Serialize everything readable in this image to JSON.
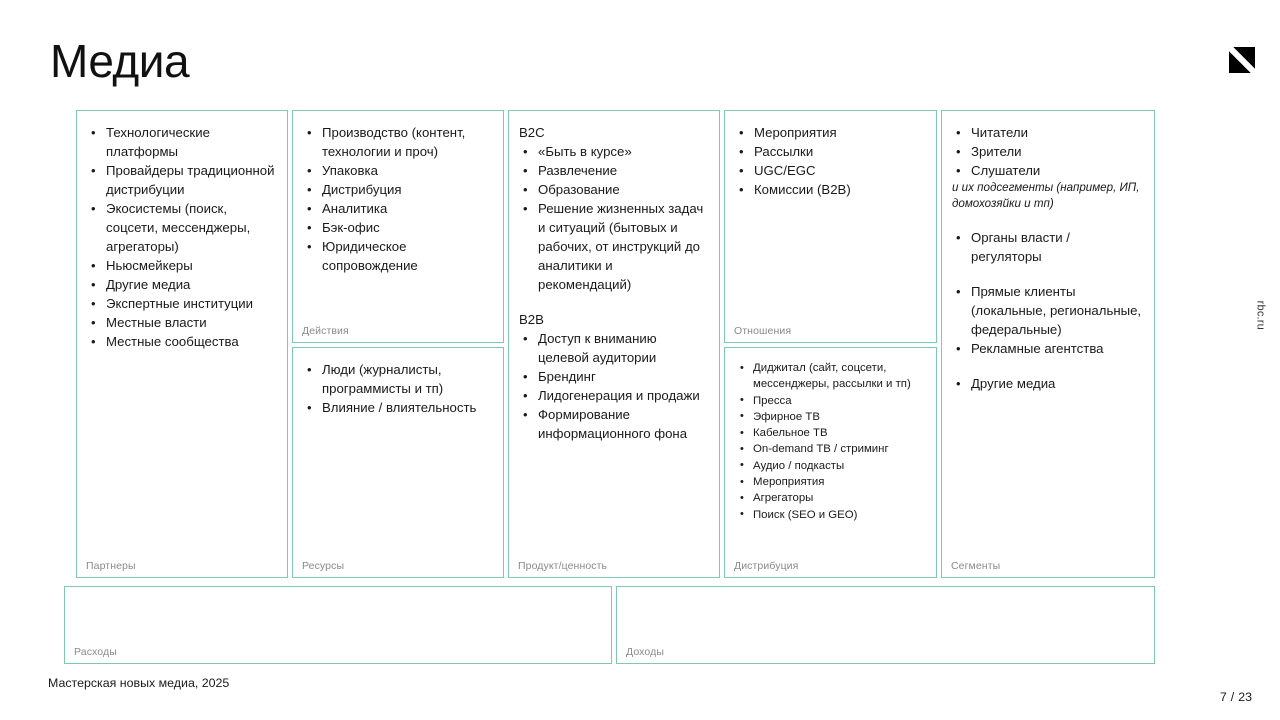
{
  "slide": {
    "title": "Медиа",
    "logo_icon": "rbc-square-logo-icon",
    "side_label": "rbc.ru",
    "accent_color": "#7ccbb0",
    "label_color": "#8a8a8a"
  },
  "footer": {
    "left": "Мастерская новых медиа, 2025",
    "page_current": "7",
    "page_separator": "/",
    "page_total": "23"
  },
  "canvas": {
    "partners": {
      "label": "Партнеры",
      "items": [
        "Технологические платформы",
        "Провайдеры традиционной дистрибуции",
        "Экосистемы (поиск, соцсети, мессенджеры, агрегаторы)",
        "Ньюсмейкеры",
        "Другие медиа",
        "Экспертные институции",
        "Местные власти",
        "Местные сообщества"
      ]
    },
    "activities": {
      "label": "Действия",
      "items": [
        "Производство (контент, технологии и проч)",
        "Упаковка",
        "Дистрибуция",
        "Аналитика",
        "Бэк-офис",
        "Юридическое сопровождение"
      ]
    },
    "resources": {
      "label": "Ресурсы",
      "items": [
        "Люди (журналисты, программисты и тп)",
        "Влияние / влиятельность"
      ]
    },
    "value": {
      "label": "Продукт/ценность",
      "b2c_heading": "B2C",
      "b2c_items": [
        "«Быть в курсе»",
        "Развлечение",
        "Образование",
        "Решение жизненных задач и ситуаций (бытовых и рабочих, от инструкций до аналитики и рекомендаций)"
      ],
      "b2b_heading": "B2B",
      "b2b_items": [
        "Доступ к вниманию целевой аудитории",
        "Брендинг",
        "Лидогенерация и продажи",
        "Формирование информационного фона"
      ]
    },
    "relations": {
      "label": "Отношения",
      "items": [
        "Мероприятия",
        "Рассылки",
        "UGC/EGC",
        "Комиссии (B2B)"
      ]
    },
    "channels": {
      "label": "Дистрибуция",
      "items": [
        "Диджитал (сайт, соцсети, мессенджеры, рассылки и тп)",
        "Пресса",
        "Эфирное ТВ",
        "Кабельное ТВ",
        "On-demand ТВ / стриминг",
        "Аудио / подкасты",
        "Мероприятия",
        "Агрегаторы",
        "Поиск (SEO и GEO)"
      ]
    },
    "segments": {
      "label": "Сегменты",
      "group1_items": [
        "Читатели",
        "Зрители",
        "Слушатели"
      ],
      "group1_note": "и их подсегменты (например, ИП, домохозяйки и тп)",
      "group2_items": [
        "Органы власти / регуляторы"
      ],
      "group3_items": [
        "Прямые клиенты (локальные, региональные, федеральные)",
        "Рекламные агентства"
      ],
      "group4_items": [
        "Другие медиа"
      ]
    },
    "costs": {
      "label": "Расходы",
      "items": []
    },
    "revenue": {
      "label": "Доходы",
      "items": []
    }
  }
}
